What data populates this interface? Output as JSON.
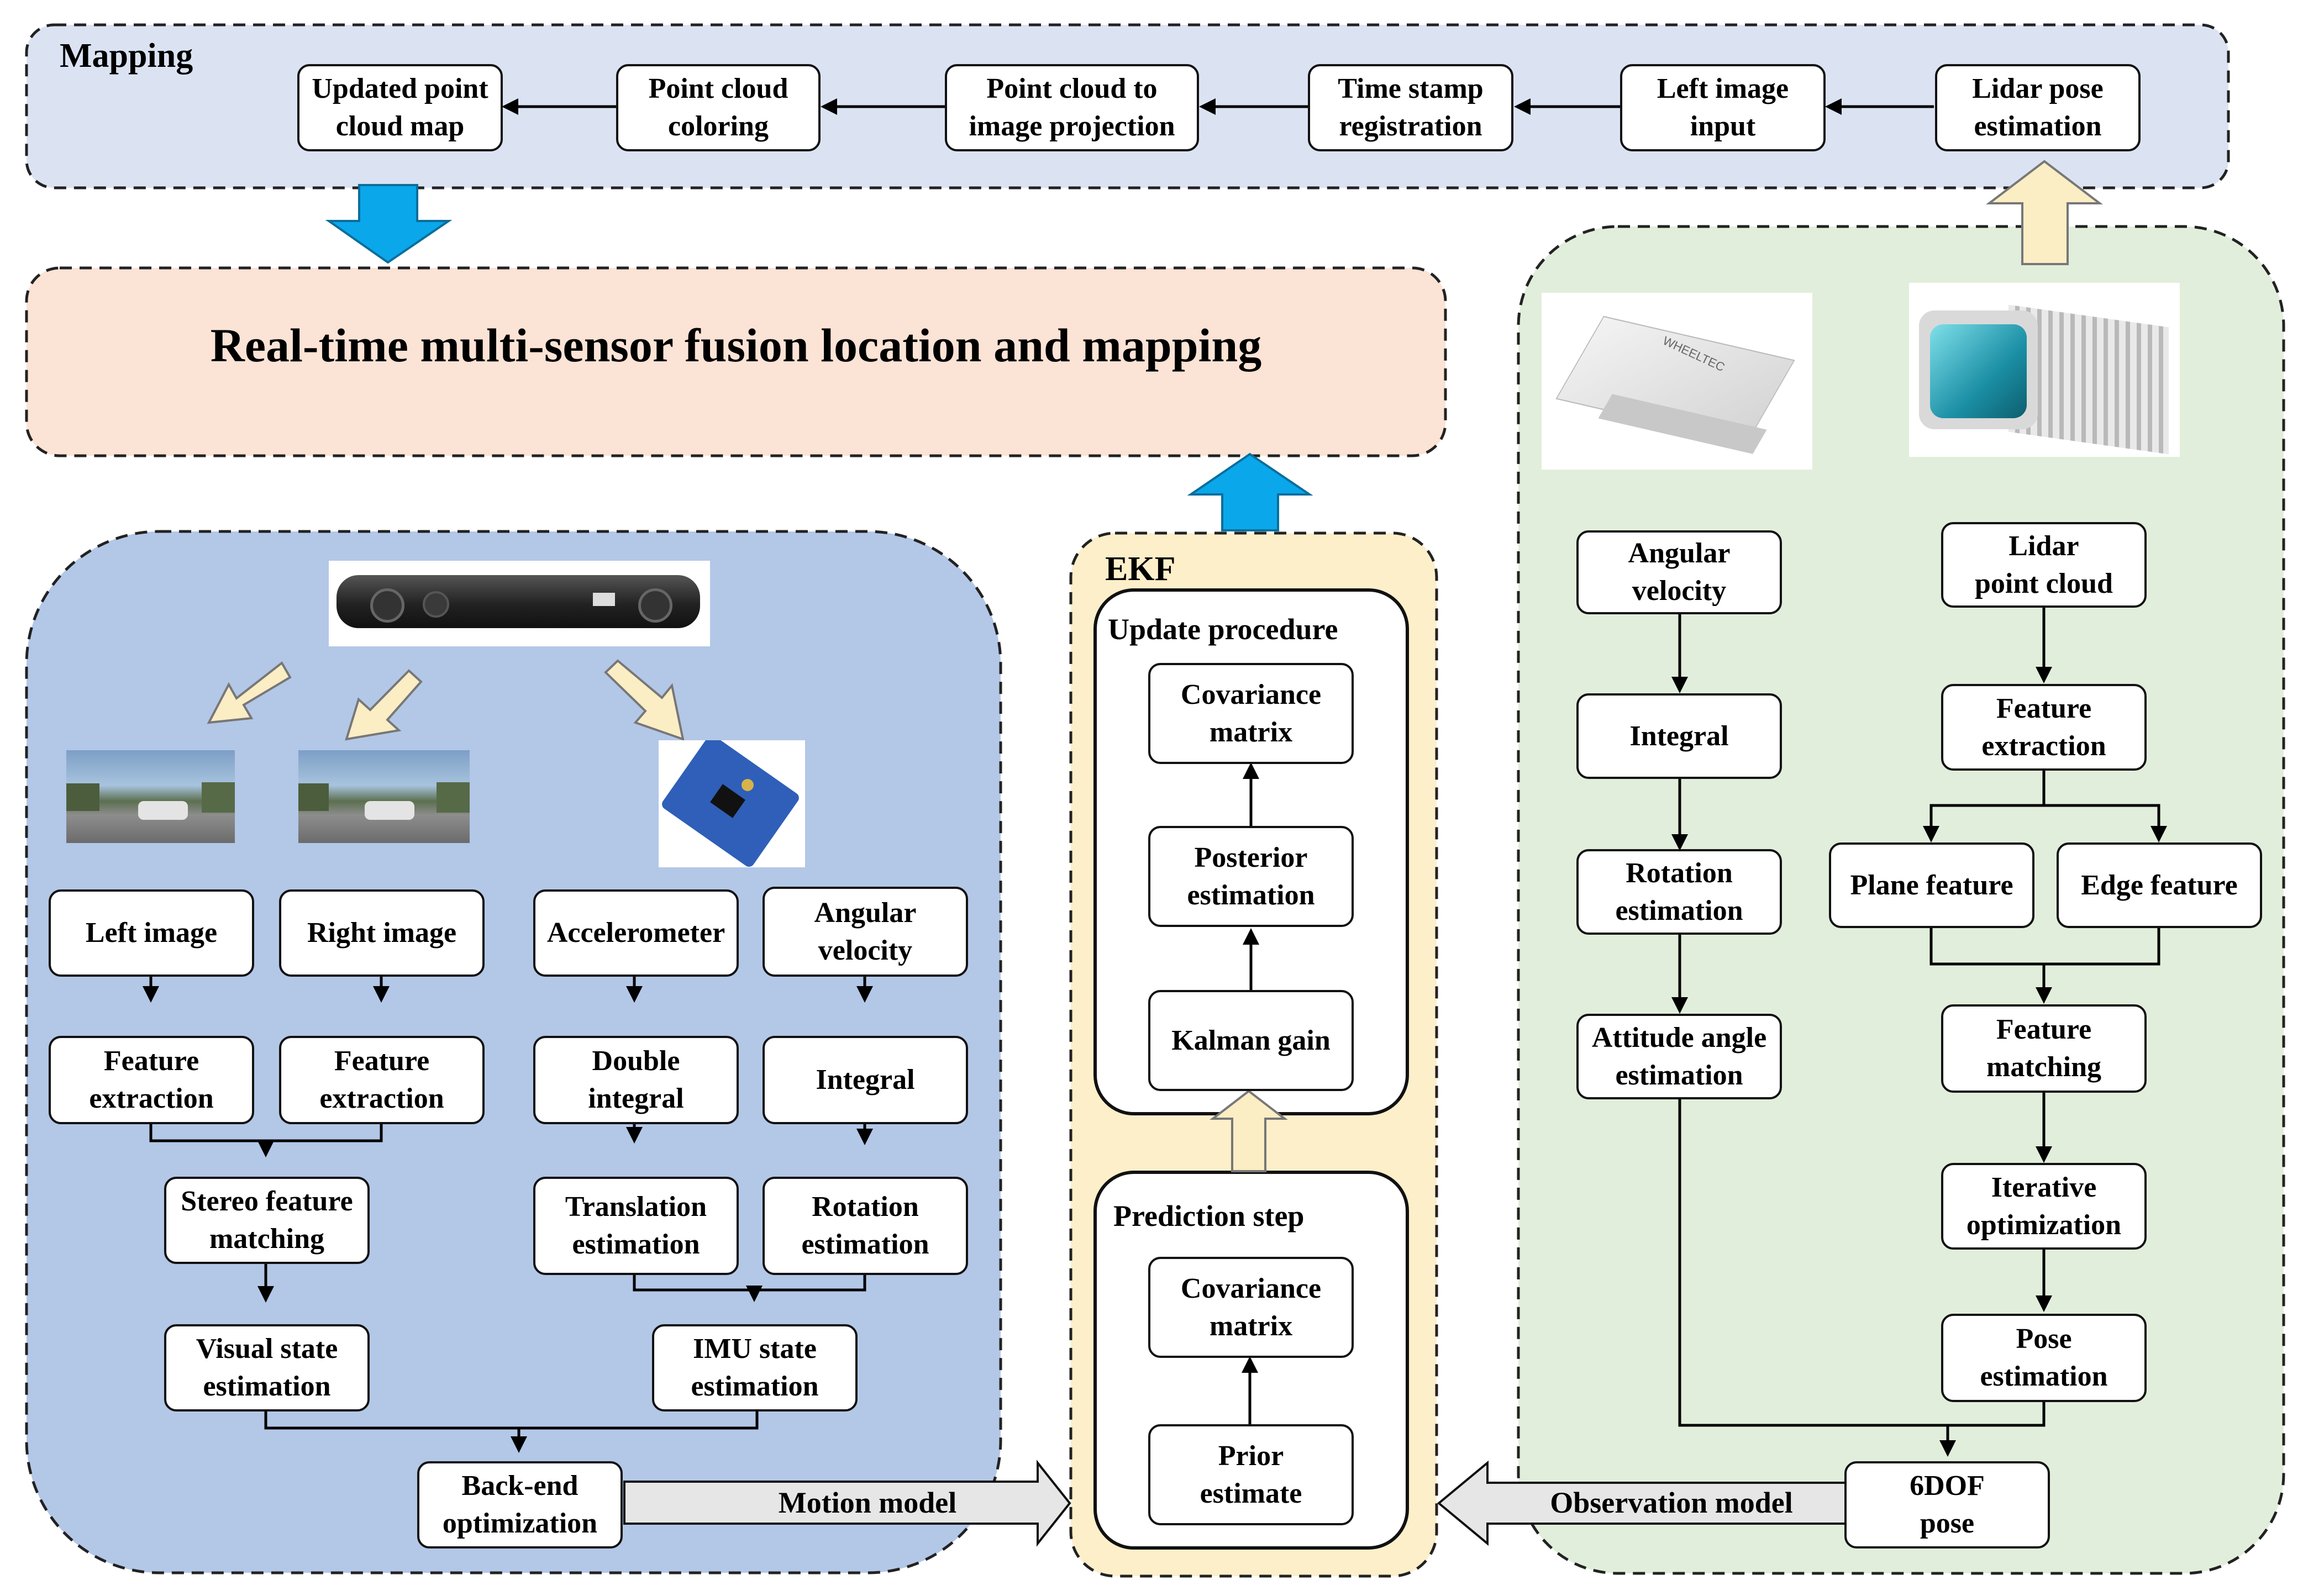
{
  "regions": {
    "mapping_title": "Mapping",
    "ekf_title": "EKF",
    "fusion_title": "Real-time multi-sensor fusion location and mapping"
  },
  "mapping": {
    "lidar_pose": "Lidar pose\nestimation",
    "left_image_input": "Left image\ninput",
    "timestamp": "Time stamp\nregistration",
    "projection": "Point cloud to\nimage projection",
    "coloring": "Point cloud\ncoloring",
    "updated_map": "Updated point\ncloud map"
  },
  "visual": {
    "left_image": "Left image",
    "right_image": "Right image",
    "left_feature": "Feature\nextraction",
    "right_feature": "Feature\nextraction",
    "stereo_matching": "Stereo feature\nmatching",
    "visual_state": "Visual state\nestimation",
    "accelerometer": "Accelerometer",
    "angular_velocity": "Angular\nvelocity",
    "double_integral": "Double\nintegral",
    "integral": "Integral",
    "translation": "Translation\nestimation",
    "rotation": "Rotation\nestimation",
    "imu_state": "IMU state\nestimation",
    "backend": "Back-end\noptimization"
  },
  "ekf": {
    "update_procedure": "Update procedure",
    "update_covariance": "Covariance\nmatrix",
    "posterior": "Posterior\nestimation",
    "kalman_gain": "Kalman gain",
    "prediction_step": "Prediction step",
    "prediction_covariance": "Covariance\nmatrix",
    "prior": "Prior\nestimate"
  },
  "lidar_imu": {
    "angular_velocity": "Angular\nvelocity",
    "integral": "Integral",
    "rotation": "Rotation\nestimation",
    "attitude": "Attitude angle\nestimation",
    "lidar_cloud": "Lidar\npoint cloud",
    "feature_extraction": "Feature\nextraction",
    "plane_feature": "Plane feature",
    "edge_feature": "Edge feature",
    "feature_matching": "Feature\nmatching",
    "iterative": "Iterative\noptimization",
    "pose": "Pose\nestimation",
    "dof_pose": "6DOF\npose"
  },
  "arrows": {
    "motion_model": "Motion model",
    "observation_model": "Observation model"
  },
  "image_marks": {
    "imu_brand": "WHEELTEC"
  },
  "colors": {
    "mapping_bg": "#dbe3f3",
    "fusion_bg": "#fbe3d6",
    "visual_bg": "#b3c7e7",
    "ekf_bg": "#fdefca",
    "lidar_bg": "#e1eedb",
    "blue_arrow": "#0aa7ea",
    "beige_arrow": "#fbedc4",
    "model_arrow": "#e6e6e6"
  }
}
